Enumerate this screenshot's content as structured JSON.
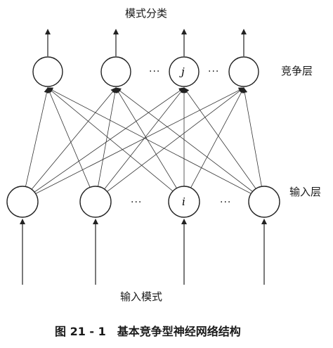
{
  "labels": {
    "top": "模式分类",
    "competitive_layer": "竞争层",
    "input_layer": "输入层",
    "input_pattern": "输入模式",
    "caption": "图 21 - 1　基本竞争型神经网络结构"
  },
  "nodes": {
    "competitive_j": "j",
    "input_i": "i"
  },
  "ellipsis": "···"
}
